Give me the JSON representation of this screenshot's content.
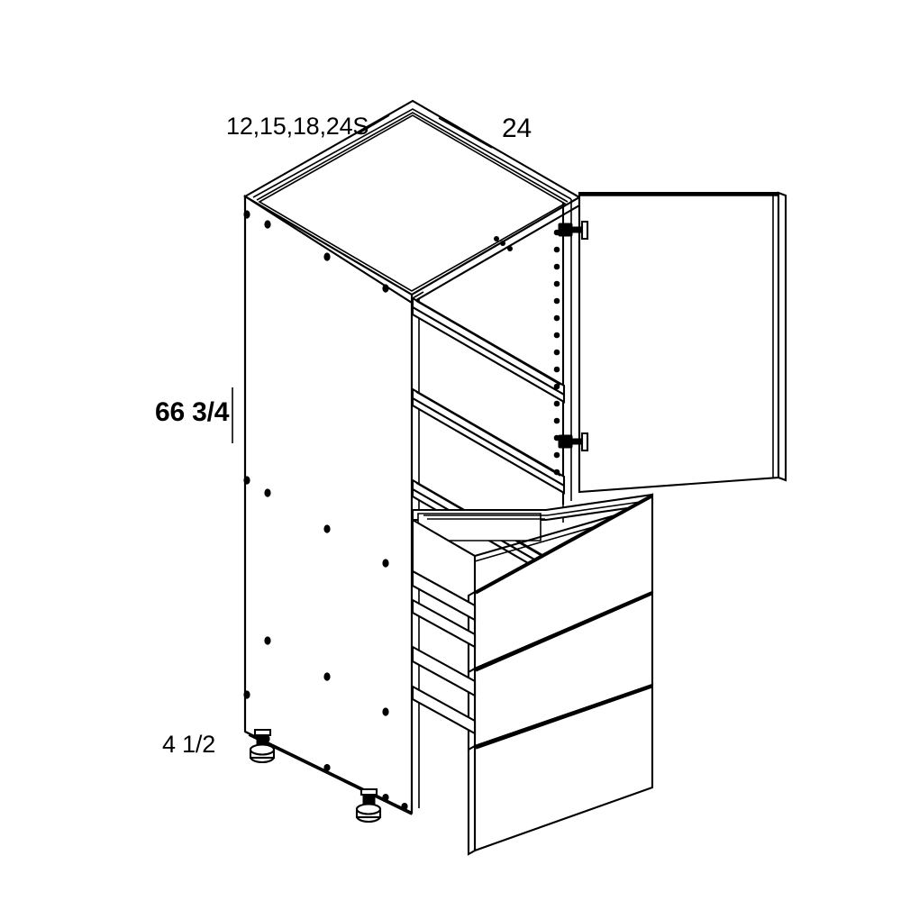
{
  "drawing": {
    "type": "isometric-line-drawing",
    "subject": "tall utility cabinet with one door, two adjustable shelves and three drawers",
    "line_color": "#000000",
    "fill_color": "#ffffff",
    "background": "#ffffff"
  },
  "dimensions": {
    "width_label": "12,15,18,24S",
    "depth_label": "24",
    "height_label": "66 3/4",
    "toekick_label": "4 1/2"
  },
  "components": {
    "door": "right-hinged-door-open",
    "hinges": "concealed-hinge",
    "hinge_count": 2,
    "shelves": 2,
    "drawers": 3,
    "legs": 2,
    "shelf_pin_holes": 18,
    "dowel_holes": 12
  }
}
